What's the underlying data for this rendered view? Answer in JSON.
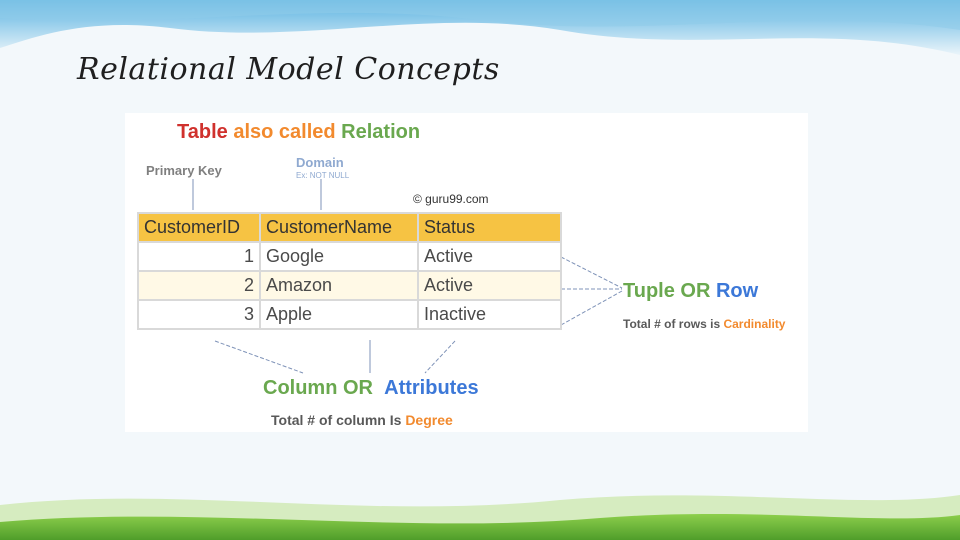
{
  "slide": {
    "title": "Relational Model Concepts"
  },
  "diagram": {
    "heading": {
      "table": "Table",
      "also_called": " also called ",
      "relation": "Relation"
    },
    "primary_key_label": "Primary Key",
    "domain_label": "Domain",
    "domain_example": "Ex: NOT NULL",
    "copyright": "© guru99.com",
    "table": {
      "headers": [
        "CustomerID",
        "CustomerName",
        "Status"
      ],
      "rows": [
        [
          "1",
          "Google",
          "Active"
        ],
        [
          "2",
          "Amazon",
          "Active"
        ],
        [
          "3",
          "Apple",
          "Inactive"
        ]
      ]
    },
    "tuple": {
      "tuple": "Tuple",
      "or": " OR ",
      "row": "Row"
    },
    "cardinality": {
      "prefix": "Total # of rows is ",
      "word": "Cardinality"
    },
    "column": {
      "column": "Column OR",
      "attributes": "Attributes"
    },
    "degree": {
      "prefix": "Total # of column Is ",
      "word": "Degree"
    }
  },
  "colors": {
    "accent_red": "#d0312d",
    "accent_orange": "#f28a2e",
    "accent_green": "#6aa84f",
    "accent_blue": "#3c78d8",
    "header_fill": "#f6c343"
  }
}
